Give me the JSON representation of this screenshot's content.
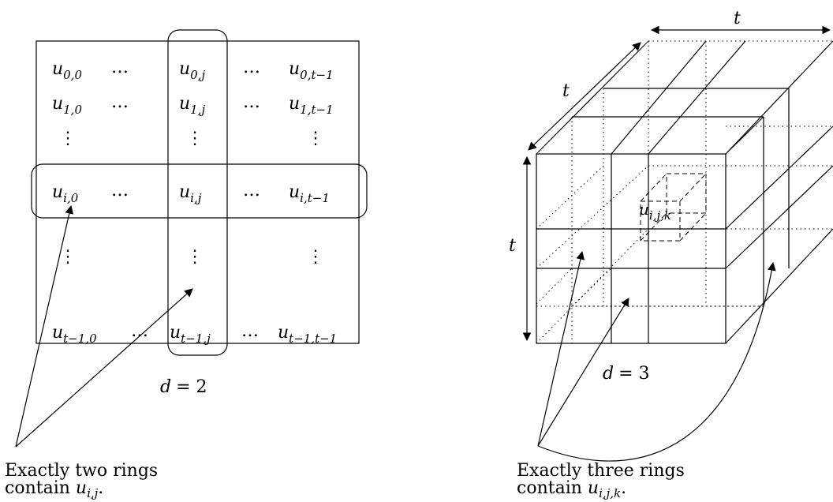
{
  "matrix2d": {
    "rows": [
      [
        "u",
        "0,0",
        "…",
        "u",
        "0,j",
        "…",
        "u",
        "0,t−1"
      ],
      [
        "u",
        "1,0",
        "…",
        "u",
        "1,j",
        "…",
        "u",
        "1,t−1"
      ],
      [
        "⋮",
        "",
        "",
        "⋮",
        "",
        "",
        "⋮",
        ""
      ],
      [
        "u",
        "i,0",
        "…",
        "u",
        "i,j",
        "…",
        "u",
        "i,t−1"
      ],
      [
        "⋮",
        "",
        "",
        "⋮",
        "",
        "",
        "⋮",
        ""
      ],
      [
        "u",
        "t−1,0",
        "…",
        "u",
        "t−1,j",
        "…",
        "u",
        "t−1,t−1"
      ]
    ]
  },
  "labels": {
    "d2_lhs": "d",
    "d2_rhs": "= 2",
    "d3_lhs": "d",
    "d3_rhs": "= 3",
    "t_top": "t",
    "t_diag": "t",
    "t_left": "t",
    "cube_cell_main": "u",
    "cube_cell_sub": "i,j,k"
  },
  "captions": {
    "left_line1": "Exactly two rings",
    "left_line2_prefix": "contain ",
    "left_line2_var": "u",
    "left_line2_sub": "i,j",
    "left_line2_suffix": ".",
    "right_line1": "Exactly three rings",
    "right_line2_prefix": "contain ",
    "right_line2_var": "u",
    "right_line2_sub": "i,j,k",
    "right_line2_suffix": "."
  }
}
